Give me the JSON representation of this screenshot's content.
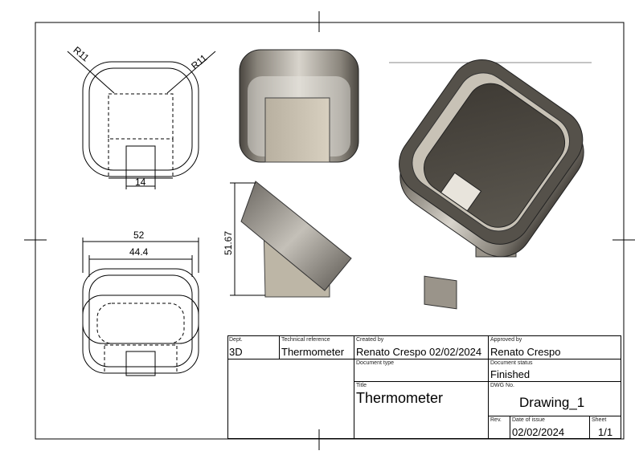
{
  "dimensions": {
    "radius_left": "R11",
    "radius_right": "R11",
    "tab_width": "14",
    "outer_width": "52",
    "inner_width": "44.4",
    "height": "51.67"
  },
  "title_block": {
    "dept_label": "Dept.",
    "dept_value": "3D",
    "tech_ref_label": "Technical reference",
    "tech_ref_value": "Thermometer",
    "created_by_label": "Created by",
    "created_by_value": "Renato Crespo 02/02/2024",
    "approved_by_label": "Approved by",
    "approved_by_value": "Renato Crespo",
    "doc_type_label": "Document type",
    "doc_status_label": "Document status",
    "doc_status_value": "Finished",
    "title_label": "Title",
    "title_value": "Thermometer",
    "dwg_no_label": "DWG No.",
    "dwg_no_value": "Drawing_1",
    "rev_label": "Rev.",
    "date_label": "Date of issue",
    "date_value": "02/02/2024",
    "sheet_label": "Sheet",
    "sheet_value": "1/1"
  }
}
